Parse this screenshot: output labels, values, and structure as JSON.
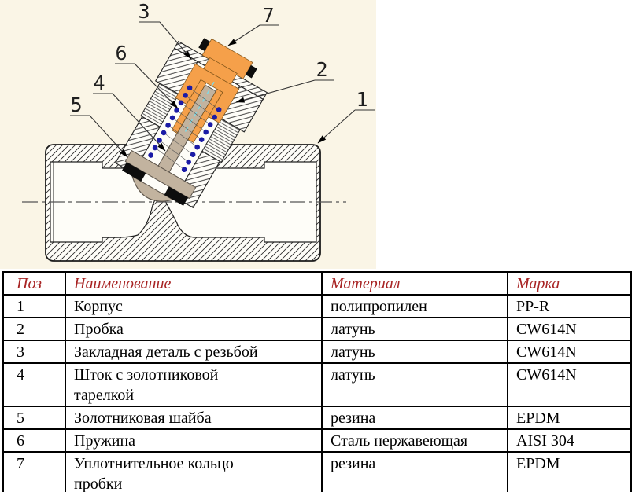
{
  "drawing": {
    "title_hint": "Y-pattern valve cross-section",
    "callouts": [
      {
        "number": "1"
      },
      {
        "number": "2"
      },
      {
        "number": "3"
      },
      {
        "number": "4"
      },
      {
        "number": "5"
      },
      {
        "number": "6"
      },
      {
        "number": "7"
      }
    ],
    "colors": {
      "background": "#FAF5E6",
      "interior": "#FEFDF8",
      "plug_orange": "#F5A04A",
      "spring_blue": "#1B1BA6",
      "stem_tan": "#C2B39F",
      "centerline_cyan": "#7FD9E6",
      "ink": "#1f1f1f"
    }
  },
  "table": {
    "header_color": "#A82424",
    "headers": [
      "Поз",
      "Наименование",
      "Материал",
      "Марка"
    ],
    "rows": [
      {
        "pos": "1",
        "name": "Корпус",
        "material": "полипропилен",
        "grade": "PP-R"
      },
      {
        "pos": "2",
        "name": "Пробка",
        "material": "латунь",
        "grade": "CW614N"
      },
      {
        "pos": "3",
        "name": "Закладная деталь  с резьбой",
        "material": "латунь",
        "grade": "CW614N"
      },
      {
        "pos": "4",
        "name": "Шток с золотниковой тарелкой",
        "material": "латунь",
        "grade": "CW614N"
      },
      {
        "pos": "5",
        "name": "Золотниковая шайба",
        "material": "резина",
        "grade": "EPDM"
      },
      {
        "pos": "6",
        "name": "Пружина",
        "material": "Сталь нержавеющая",
        "grade": "AISI 304"
      },
      {
        "pos": "7",
        "name": "Уплотнительное кольцо пробки",
        "material": "резина",
        "grade": "EPDM"
      }
    ]
  }
}
